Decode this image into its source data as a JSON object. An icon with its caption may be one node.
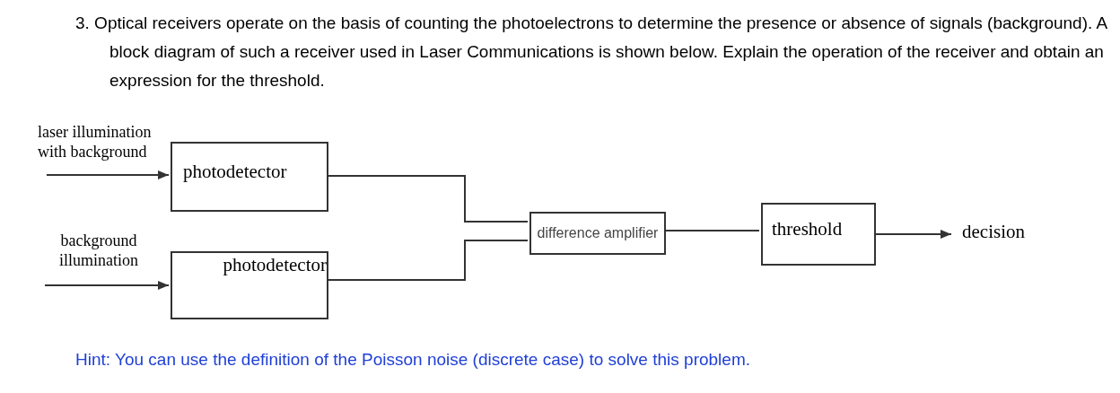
{
  "diagram": {
    "title": "3. Optical receivers operate on the basis of counting the photoelectrons to determine the presence or absence of signals (background). A block diagram of such a receiver used in Laser Communications is shown below. Explain the operation of the receiver and obtain an expression for the threshold.",
    "caption": "Hint: You can use the definition of the Poisson noise (discrete case) to solve this problem.",
    "nodes": [
      {
        "text": [
          "photodetector"
        ]
      },
      {
        "text": [
          "photodetector"
        ]
      },
      {
        "text": [
          "difference amplifier"
        ]
      },
      {
        "text": [
          "threshold"
        ]
      },
      {
        "text": [
          "decision"
        ]
      }
    ],
    "edges": [
      {
        "from": null,
        "to": 0,
        "arrow": "to",
        "label": "laser illumination with background"
      },
      {
        "from": null,
        "to": 1,
        "arrow": "to",
        "label": "background illumination"
      },
      {
        "from": 0,
        "to": 2,
        "arrow": "none"
      },
      {
        "from": 1,
        "to": 2,
        "arrow": "none"
      },
      {
        "from": 2,
        "to": 3,
        "arrow": "none"
      },
      {
        "from": 3,
        "to": 4,
        "arrow": "to"
      }
    ]
  }
}
